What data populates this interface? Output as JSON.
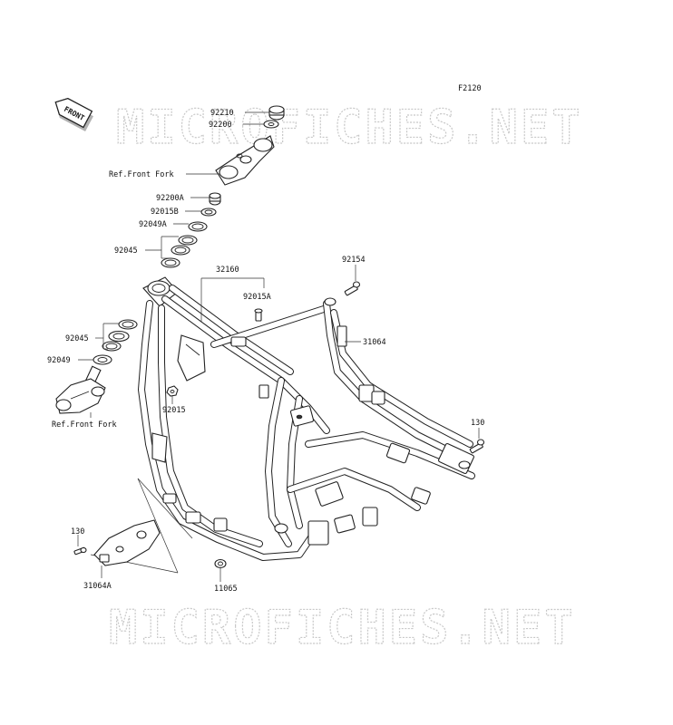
{
  "diagram": {
    "code": "F2120",
    "watermark": "MICROFICHES.NET",
    "front_badge": "FRONT",
    "parts": [
      {
        "label": "92210"
      },
      {
        "label": "92200"
      },
      {
        "label": "Ref.Front Fork"
      },
      {
        "label": "92200A"
      },
      {
        "label": "92015B"
      },
      {
        "label": "92049A"
      },
      {
        "label": "92045"
      },
      {
        "label": "32160"
      },
      {
        "label": "92154"
      },
      {
        "label": "92015A"
      },
      {
        "label": "31064"
      },
      {
        "label": "92045"
      },
      {
        "label": "92049"
      },
      {
        "label": "92015"
      },
      {
        "label": "Ref.Front Fork"
      },
      {
        "label": "130"
      },
      {
        "label": "130"
      },
      {
        "label": "31064A"
      },
      {
        "label": "11065"
      }
    ]
  }
}
